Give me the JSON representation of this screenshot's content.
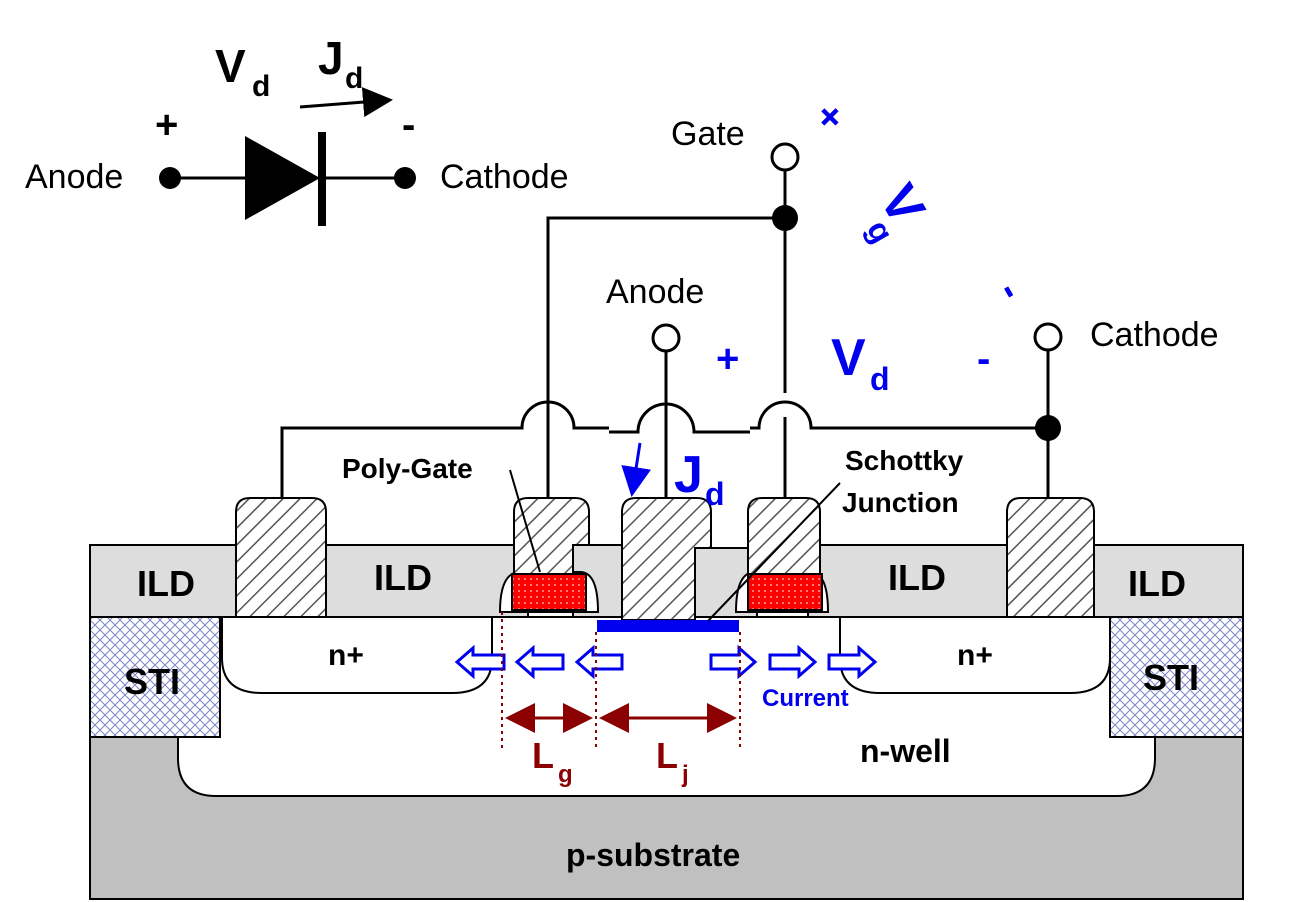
{
  "symbol": {
    "vd_main": "V",
    "vd_sub": "d",
    "jd_main": "J",
    "jd_sub": "d",
    "plus": "+",
    "minus": "-",
    "anode": "Anode",
    "cathode": "Cathode"
  },
  "terminals": {
    "gate": "Gate",
    "anode": "Anode",
    "cathode": "Cathode"
  },
  "bias": {
    "vg_main": "V",
    "vg_sub": "g",
    "vg_plus": "+",
    "vg_minus": "-",
    "vd_main": "V",
    "vd_sub": "d",
    "vd_plus": "+",
    "vd_minus": "-",
    "jd_main": "J",
    "jd_sub": "d"
  },
  "labels": {
    "poly_gate": "Poly-Gate",
    "schottky_line1": "Schottky",
    "schottky_line2": "Junction",
    "ild": "ILD",
    "sti": "STI",
    "n_plus": "n+",
    "n_well": "n-well",
    "p_substrate": "p-substrate",
    "current": "Current",
    "lg_main": "L",
    "lg_sub": "g",
    "lj_main": "L",
    "lj_sub": "j"
  },
  "colors": {
    "gate": "#ff0000",
    "schottky": "#0000ee",
    "annotation": "#0000ee",
    "dimension": "#8b0000",
    "ild": "#dddddd",
    "substrate": "#c0c0c0"
  }
}
